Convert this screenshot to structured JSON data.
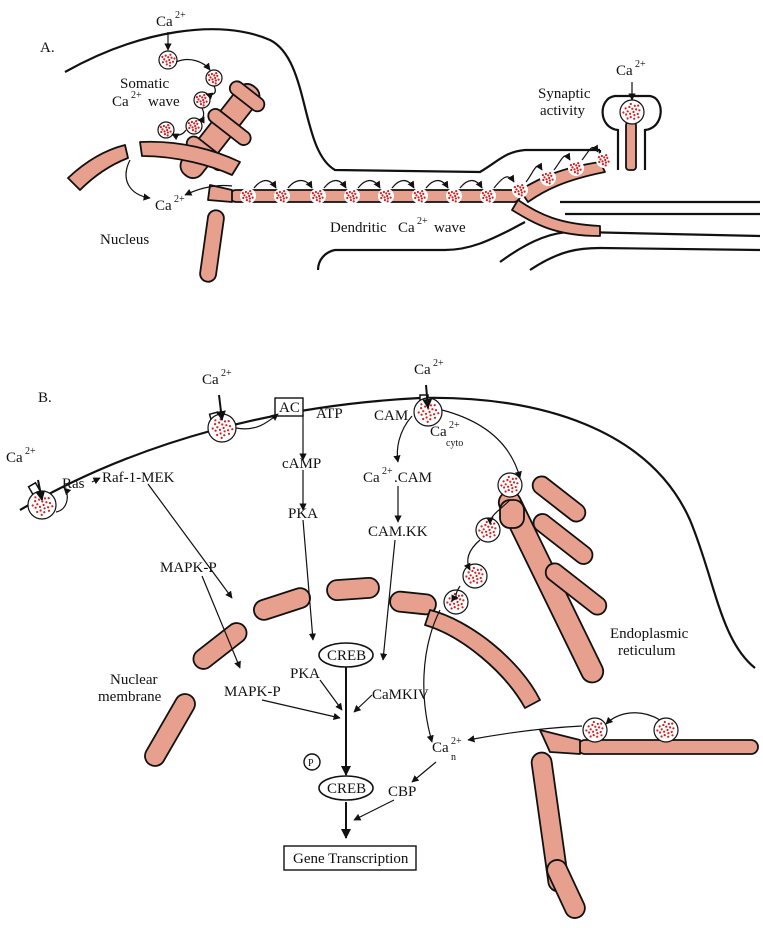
{
  "panel_a": {
    "label": "A.",
    "ca_top": "Ca",
    "ca_synapse": "Ca",
    "ca_nucleus": "Ca",
    "somatic_line1": "Somatic",
    "somatic_ca": "Ca",
    "somatic_wave": "wave",
    "synaptic_line1": "Synaptic",
    "synaptic_line2": "activity",
    "nucleus": "Nucleus",
    "dendritic": "Dendritic",
    "dendritic_ca": "Ca",
    "dendritic_wave": "wave",
    "sup": "2+"
  },
  "panel_b": {
    "label": "B.",
    "ca": "Ca",
    "sup": "2+",
    "ras": "Ras",
    "raf": "Raf-1-MEK",
    "ac": "AC",
    "atp": "ATP",
    "camp": "cAMP",
    "pka_upper": "PKA",
    "pka_lower": "PKA",
    "cam": "CAM",
    "ca_cyto": "Ca",
    "cyto_sub": "cyto",
    "ca_cam_ca": "Ca",
    "ca_cam_rest": ".CAM",
    "camkk": "CAM.KK",
    "mapk_upper": "MAPK-P",
    "mapk_lower": "MAPK-P",
    "creb_upper": "CREB",
    "creb_lower": "CREB",
    "camkiv": "CaMKIV",
    "phospho": "P",
    "ca_n": "Ca",
    "n_sub": "n",
    "cbp": "CBP",
    "nuclear_line1": "Nuclear",
    "nuclear_line2": "membrane",
    "er_line1": "Endoplasmic",
    "er_line2": "reticulum",
    "gene": "Gene Transcription"
  },
  "colors": {
    "organelle_fill": "#e8a08e",
    "calcium_dots": "#d81e1e",
    "ink": "#111111"
  }
}
